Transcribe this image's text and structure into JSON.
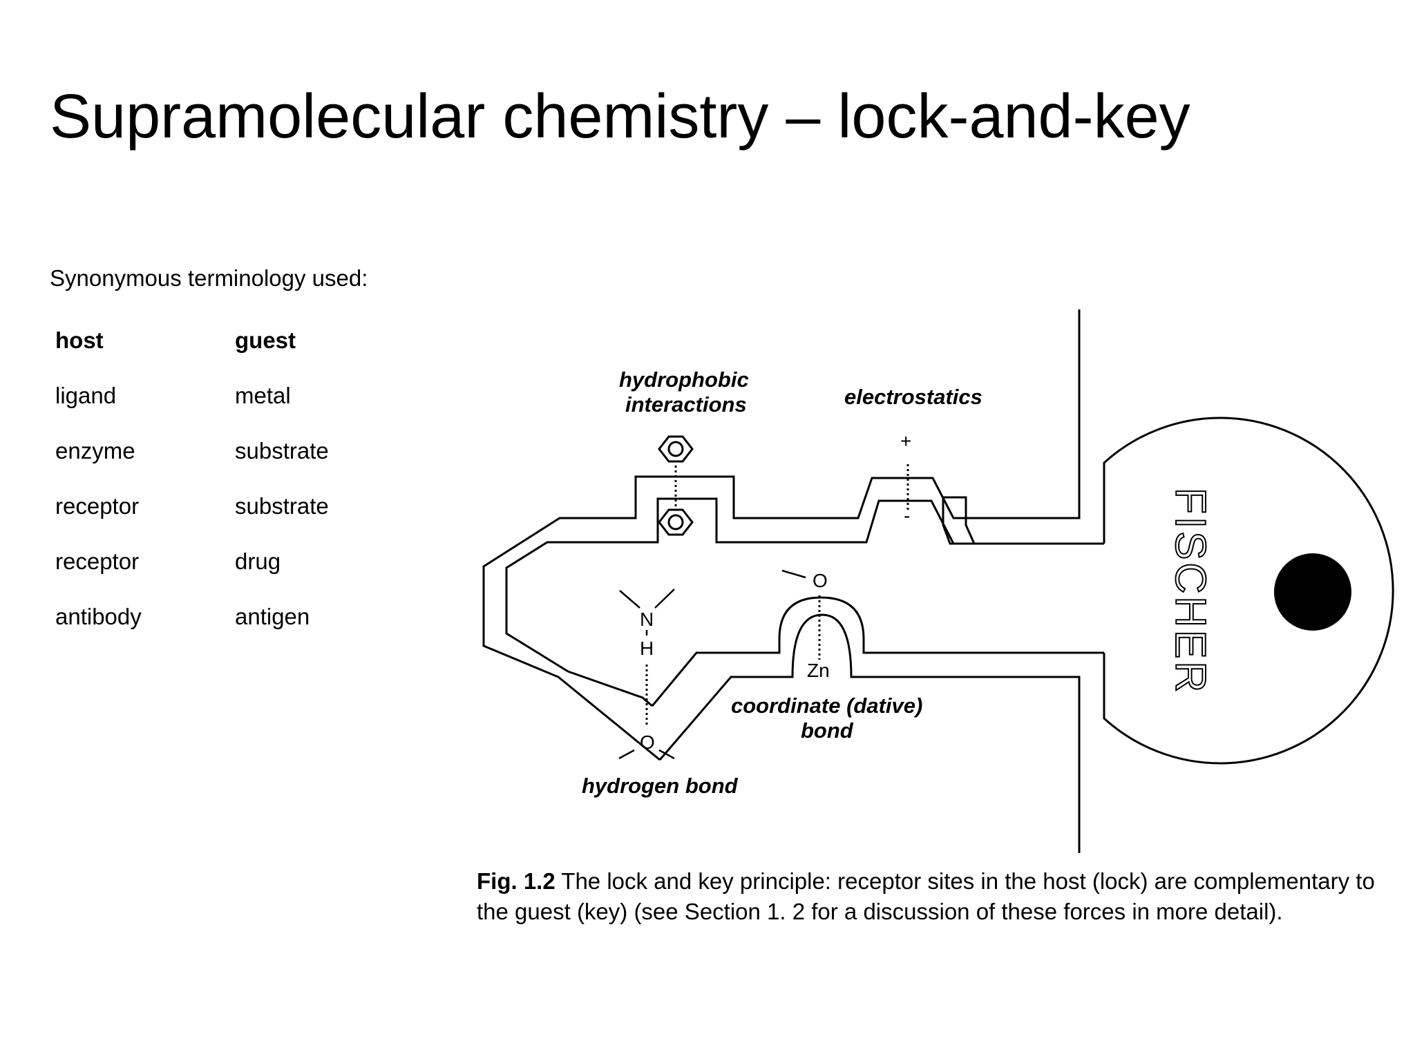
{
  "title": "Supramolecular chemistry – lock-and-key",
  "terms": {
    "heading": "Synonymous terminology used:",
    "columns": [
      "host",
      "guest"
    ],
    "rows": [
      [
        "ligand",
        "metal"
      ],
      [
        "enzyme",
        "substrate"
      ],
      [
        "receptor",
        "substrate"
      ],
      [
        "receptor",
        "drug"
      ],
      [
        "antibody",
        "antigen"
      ]
    ]
  },
  "diagram": {
    "labels": {
      "hydrophobic_line1": "hydrophobic",
      "hydrophobic_line2": "interactions",
      "electrostatics": "electrostatics",
      "coordinate_line1": "coordinate (dative)",
      "coordinate_line2": "bond",
      "hydrogen_bond": "hydrogen bond"
    },
    "atoms": {
      "nitrogen": "N",
      "hydrogen": "H",
      "oxygen_bottom": "O",
      "oxygen_top": "O",
      "zinc": "Zn",
      "plus": "+",
      "minus": "-"
    },
    "key_text": "FISCHER"
  },
  "caption": {
    "fig_label": "Fig. 1.2",
    "text": "The lock and key principle:   receptor sites in the host (lock) are complementary to the guest (key)  (see Section 1. 2 for a discussion of these forces in more detail)."
  }
}
